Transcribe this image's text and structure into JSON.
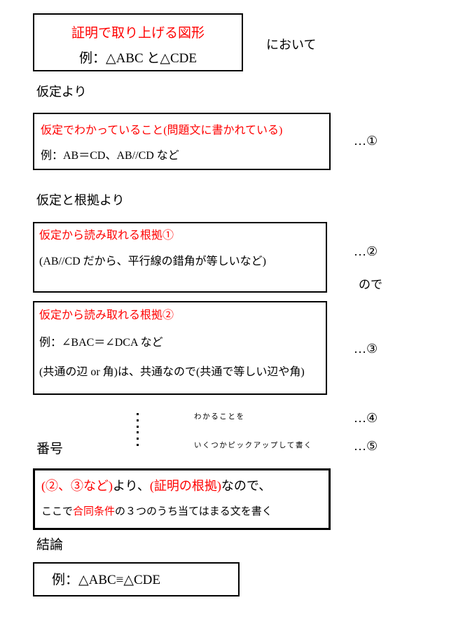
{
  "document": {
    "language": "ja",
    "colors": {
      "accent_red": "#ff0000",
      "text_black": "#000000",
      "frame": "#000000",
      "background": "#ffffff"
    }
  },
  "section_figure": {
    "box": {
      "line_red": "証明で取り上げる図形",
      "line_black": "例：△ABC と△CDE"
    },
    "suffix": "において"
  },
  "section_hypothesis": {
    "heading": "仮定より",
    "box": {
      "line_red": "仮定でわかっていること(問題文に書かれている)",
      "line_black": "例：AB＝CD、AB//CD など"
    },
    "marker": "…①"
  },
  "section_reasons": {
    "heading": "仮定と根拠より",
    "box_reason1": {
      "line_red": "仮定から読み取れる根拠①",
      "line_black": "(AB//CD だから、平行線の錯角が等しいなど)"
    },
    "marker1": "…②",
    "connector": "ので",
    "box_reason2": {
      "line_red": "仮定から読み取れる根拠②",
      "line_black_1": "例：∠BAC＝∠DCA など",
      "line_black_2": "(共通の辺 or 角)は、共通なので(共通で等しい辺や角)"
    },
    "marker2": "…③"
  },
  "section_continuation": {
    "note_top": "わかることを",
    "note_bottom": "いくつかピックアップして書く",
    "marker4": "…④",
    "marker5": "…⑤",
    "label_numbers": "番号",
    "ellipsis_dots": 6
  },
  "section_congruence": {
    "line1": {
      "part_red_a": "(②、③など)",
      "part_black_a": "より、",
      "part_red_b": "(証明の根拠)",
      "part_black_b": "なので、"
    },
    "line2": {
      "part_black_a": "ここで",
      "part_red": "合同条件",
      "part_black_b": "の３つのうち当てはまる文を書く"
    }
  },
  "section_conclusion": {
    "heading": "結論",
    "box": {
      "line": "例：△ABC≡△CDE"
    }
  }
}
